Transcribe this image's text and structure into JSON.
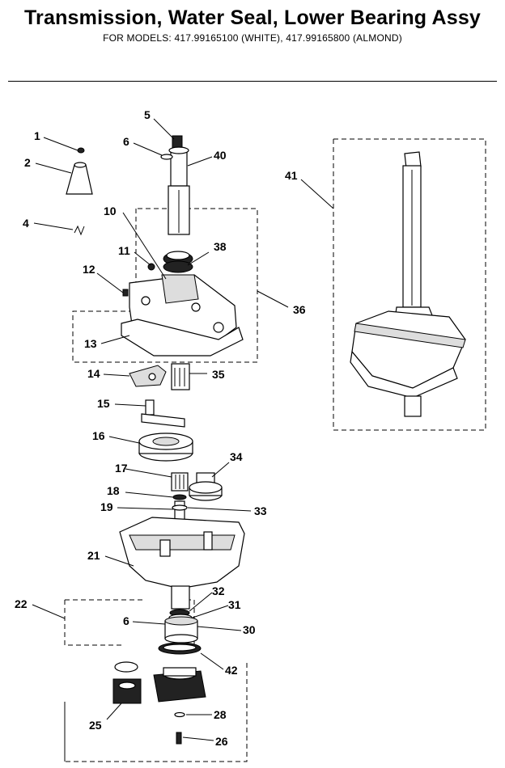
{
  "header": {
    "title": "Transmission, Water Seal, Lower Bearing Assy",
    "subtitle": "FOR MODELS:  417.99165100  (WHITE), 417.99165800 (ALMOND)"
  },
  "labels": {
    "p1": "1",
    "p2": "2",
    "p4": "4",
    "p5": "5",
    "p6a": "6",
    "p6b": "6",
    "p10": "10",
    "p11": "11",
    "p12": "12",
    "p13": "13",
    "p14": "14",
    "p15": "15",
    "p16": "16",
    "p17": "17",
    "p18": "18",
    "p19": "19",
    "p21": "21",
    "p22": "22",
    "p25": "25",
    "p26": "26",
    "p28": "28",
    "p30": "30",
    "p31": "31",
    "p32": "32",
    "p33": "33",
    "p34": "34",
    "p35": "35",
    "p36": "36",
    "p38": "38",
    "p40": "40",
    "p41": "41",
    "p42": "42"
  }
}
